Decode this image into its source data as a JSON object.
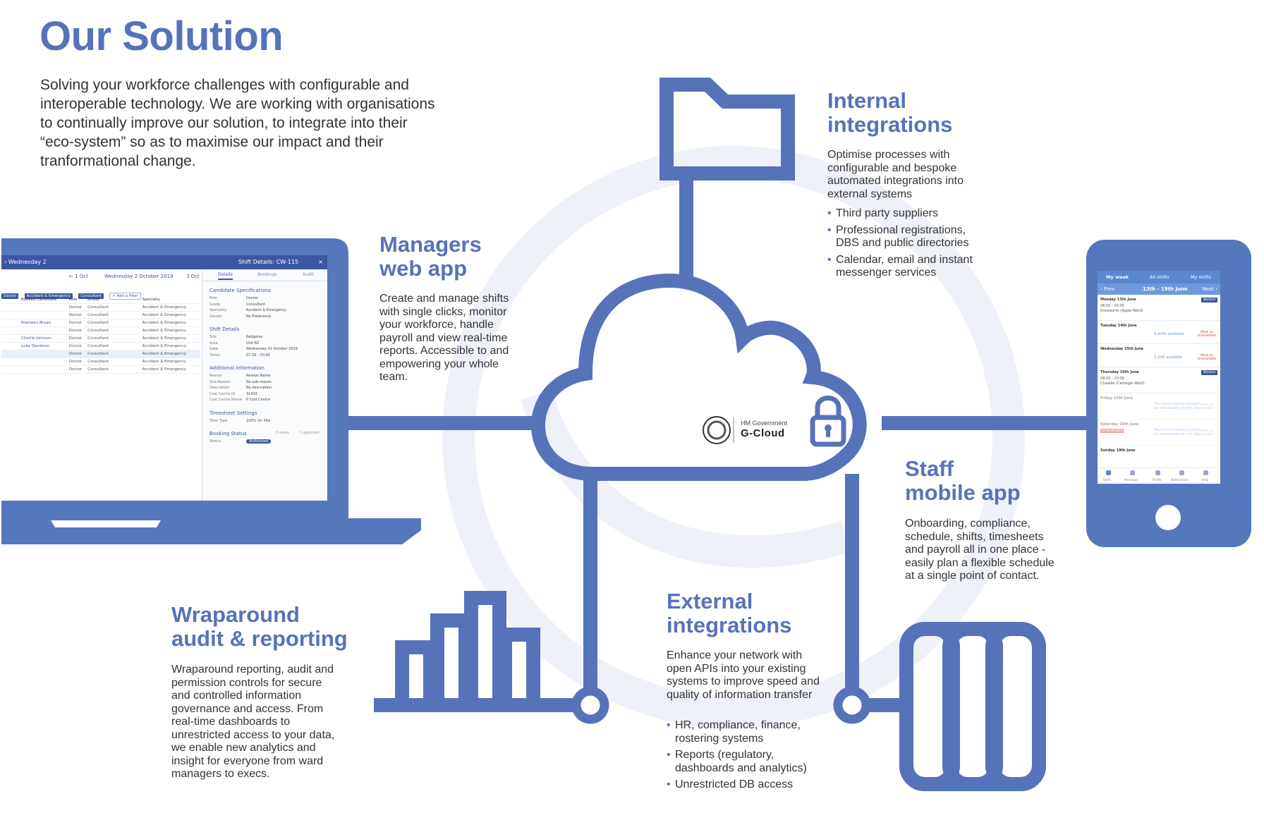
{
  "page": {
    "title": "Our Solution",
    "intro": "Solving your workforce challenges with configurable and interoperable technology. We are working with organisations to continually improve our solution, to integrate into their “eco-system” so as to maximise our impact and their tranformational change."
  },
  "colors": {
    "accent": "#5673b9",
    "text": "#333333",
    "watermark": "#eef1f8"
  },
  "sections": {
    "managers": {
      "title_l1": "Managers",
      "title_l2": "web app",
      "body": "Create and manage shifts with single clicks, monitor your workforce, handle payroll and view real-time reports. Accessible to and empowering your whole team."
    },
    "internal": {
      "title_l1": "Internal",
      "title_l2": "integrations",
      "body": "Optimise processes with configurable and bespoke automated integrations into external systems",
      "bullets": [
        "Third party suppliers",
        "Professional registrations, DBS and public directories",
        "Calendar, email and instant messenger services"
      ]
    },
    "staff": {
      "title_l1": "Staff",
      "title_l2": "mobile app",
      "body": "Onboarding, compliance, schedule, shifts, timesheets and payroll all in one place - easily plan a flexible schedule at a single point of contact."
    },
    "external": {
      "title_l1": "External",
      "title_l2": "integrations",
      "body": "Enhance your network with open APIs into your existing systems to improve speed and quality of information transfer",
      "bullets": [
        "HR, compliance, finance, rostering systems",
        "Reports (regulatory, dashboards and analytics)",
        "Unrestricted DB access"
      ]
    },
    "audit": {
      "title_l1": "Wraparound",
      "title_l2": "audit & reporting",
      "body": "Wraparound reporting, audit and permission controls for secure and controlled information governance and access. From real-time dashboards to unrestricted access to your data, we enable new analytics and insight for everyone from ward managers to execs."
    }
  },
  "cloud": {
    "gov_l1": "HM Government",
    "gov_l2": "G-Cloud",
    "icons": [
      "crest-icon",
      "padlock-icon"
    ]
  },
  "laptop": {
    "top_left": "› Wednesday 2",
    "panel_title": "Shift Details: CW-115",
    "close": "×",
    "prev": "← 1 Oct",
    "date": "Wednesday 2 October 2019",
    "next": "3 Oct",
    "chips": [
      "Doctor",
      "Accident & Emergency",
      "Consultant"
    ],
    "chip_add": "+ Add a filter",
    "columns": [
      "Booked Candidate",
      "Role",
      "Grade",
      "Specialty"
    ],
    "rows": [
      [
        "",
        "Doctor",
        "Consultant",
        "Accident & Emergency"
      ],
      [
        "",
        "Doctor",
        "Consultant",
        "Accident & Emergency"
      ],
      [
        "Branwen Bryan",
        "Doctor",
        "Consultant",
        "Accident & Emergency"
      ],
      [
        "",
        "Doctor",
        "Consultant",
        "Accident & Emergency"
      ],
      [
        "Charlie Johnson",
        "Doctor",
        "Consultant",
        "Accident & Emergency"
      ],
      [
        "Luke Davidson",
        "Doctor",
        "Consultant",
        "Accident & Emergency"
      ],
      [
        "",
        "Doctor",
        "Consultant",
        "Accident & Emergency"
      ],
      [
        "",
        "Doctor",
        "Consultant",
        "Accident & Emergency"
      ],
      [
        "",
        "Doctor",
        "Consultant",
        "Accident & Emergency"
      ]
    ],
    "tabs": [
      "Details",
      "Bookings",
      "Audit"
    ],
    "candidate_h": "Candidate Specifications",
    "candidate": [
      [
        "Role",
        "Doctor"
      ],
      [
        "Grade",
        "Consultant"
      ],
      [
        "Speciality",
        "Accident & Emergency"
      ],
      [
        "Gender",
        "No Preference"
      ]
    ],
    "shift_h": "Shift Details",
    "shift": [
      [
        "Site",
        "Redgates"
      ],
      [
        "Area",
        "Unit B2"
      ],
      [
        "Date",
        "Wednesday 02 October 2019"
      ],
      [
        "Times",
        "07:30 - 20:00"
      ]
    ],
    "additional_h": "Additional Information",
    "additional": [
      [
        "Reason",
        "Reason Name"
      ],
      [
        "Sub-Reason",
        "No sub-reason"
      ],
      [
        "Description",
        "No description"
      ],
      [
        "Cost Centre ID",
        "31415"
      ],
      [
        "Cost Centre Name",
        "P Cost Centre"
      ]
    ],
    "timesheet_h": "Timesheet Settings",
    "timesheet": [
      [
        "Time Type",
        "100% On Site"
      ]
    ],
    "booking_h": "Booking Status",
    "booking_views": "0 views",
    "booking_applicants": "1 applicant",
    "status_label": "Status",
    "status_value": "Authorised"
  },
  "phone": {
    "tabs": [
      "My week",
      "All shifts",
      "My shifts"
    ],
    "prev": "‹ Prev",
    "week": "13th - 19th June",
    "next": "Next ›",
    "days": [
      {
        "day": "Monday 13th June",
        "l1": "08:00 - 20:00",
        "l2": "Knesworth (Apple Ward)",
        "mid": "",
        "badge": "Booked",
        "red": ""
      },
      {
        "day": "Tuesday 14th June",
        "l1": "",
        "l2": "",
        "mid": "3 shifts available",
        "badge": "",
        "red": "Mark as Unavailable"
      },
      {
        "day": "Wednesday 15th June",
        "l1": "",
        "l2": "",
        "mid": "1 shift available",
        "badge": "",
        "red": "Mark as Unavailable"
      },
      {
        "day": "Thursday 16th June",
        "l1": "08:00 - 20:00",
        "l2": "Cheadle (Carnegie Ward)",
        "mid": "",
        "badge": "Booked",
        "red": ""
      },
      {
        "day": "Friday 17th June",
        "l1": "",
        "l2": "",
        "mid": "You have marked yourself as unavailable on this day",
        "badge": "",
        "red": "Mark as Available"
      },
      {
        "day": "Saturday 18th June",
        "l1": "Unavailable",
        "l2": "",
        "mid": "You have marked yourself as unavailable on this day",
        "badge": "",
        "red": "Mark as Available"
      },
      {
        "day": "Sunday 19th June",
        "l1": "",
        "l2": "",
        "mid": "",
        "badge": "",
        "red": ""
      }
    ],
    "nav": [
      "Shifts",
      "Messages",
      "Profile",
      "Notifications",
      "Help"
    ]
  }
}
